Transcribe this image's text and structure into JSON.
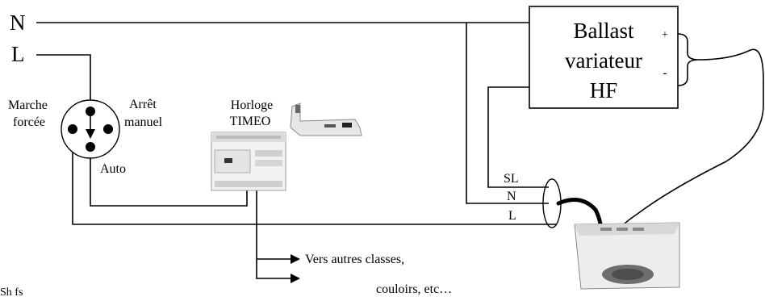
{
  "terminals": {
    "neutral": "N",
    "live": "L"
  },
  "switch": {
    "forced_line1": "Marche",
    "forced_line2": "forcée",
    "stop_line1": "Arrêt",
    "stop_line2": "manuel",
    "auto": "Auto"
  },
  "clock": {
    "line1": "Horloge",
    "line2": "TIMEO"
  },
  "ballast": {
    "line1": "Ballast",
    "line2": "variateur",
    "line3": "HF",
    "plus": "+",
    "minus": "-"
  },
  "conductors": {
    "sl": "SL",
    "n": "N",
    "l": "L"
  },
  "outputs": {
    "line1": "Vers autres classes,",
    "line2": "couloirs, etc…"
  },
  "corner_fragment": "Sh fs"
}
